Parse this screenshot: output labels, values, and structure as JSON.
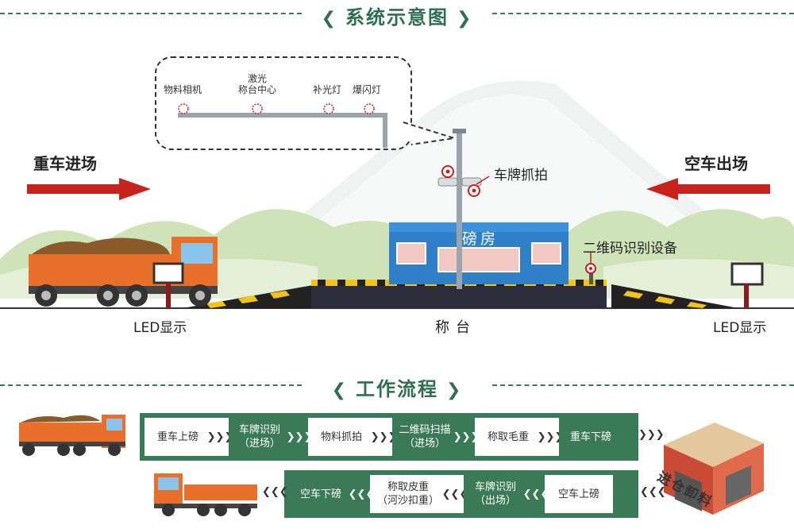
{
  "sections": {
    "system_title": "系统示意图",
    "workflow_title": "工作流程",
    "chevron_left": "❮",
    "chevron_right": "❯"
  },
  "scene": {
    "entry_label": "重车进场",
    "exit_label": "空车出场",
    "led_left": "LED显示",
    "led_right": "LED显示",
    "scale_label": "称台",
    "plate_capture": "车牌抓拍",
    "qr_device": "二维码识别设备",
    "weigh_house": "磅房",
    "callout": {
      "material_camera": "物料相机",
      "laser_center_line1": "激光",
      "laser_center_line2": "称台中心",
      "fill_light": "补光灯",
      "flash_light": "爆闪灯"
    }
  },
  "workflow": {
    "top_row": [
      {
        "text": "重车上磅",
        "style": "white"
      },
      {
        "text": "车牌识别\n（进场）",
        "style": "green"
      },
      {
        "text": "物料抓拍",
        "style": "white"
      },
      {
        "text": "二维码扫描\n（进场）",
        "style": "green"
      },
      {
        "text": "称取毛重",
        "style": "white"
      },
      {
        "text": "重车下磅",
        "style": "green"
      }
    ],
    "bottom_row": [
      {
        "text": "空车下磅",
        "style": "green"
      },
      {
        "text": "称取皮重\n（河沙扣重）",
        "style": "white"
      },
      {
        "text": "车牌识别\n（出场）",
        "style": "green"
      },
      {
        "text": "空车上磅",
        "style": "white"
      }
    ],
    "arrow_right": "❯❯❯",
    "arrow_left": "❮❮❮",
    "unload_label": "进仓卸料"
  },
  "colors": {
    "accent_green": "#3b7a57",
    "arrow_red": "#c8221c",
    "truck_orange": "#e8702a",
    "house_blue": "#2f7fc9"
  }
}
